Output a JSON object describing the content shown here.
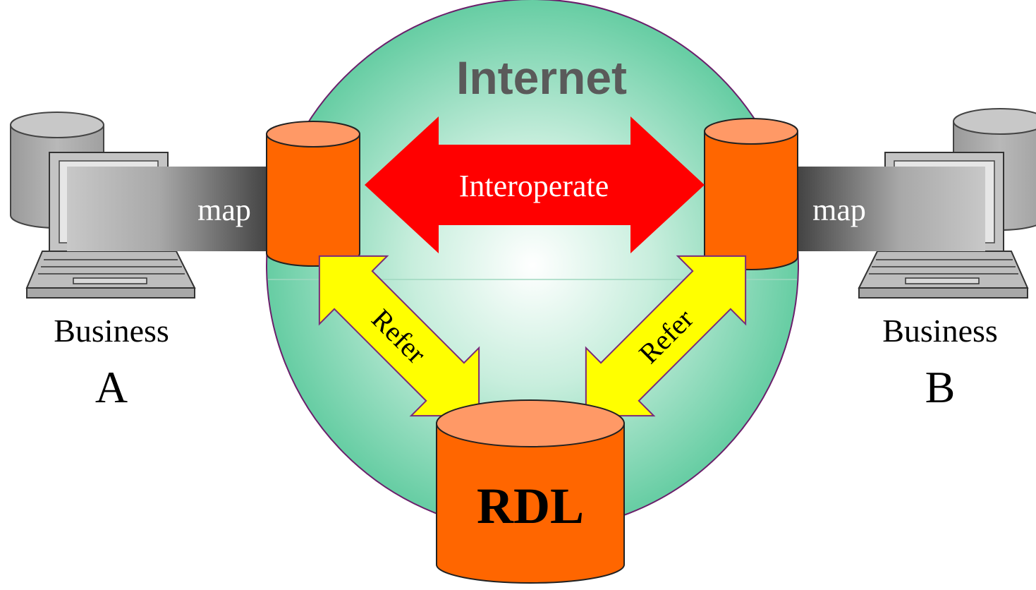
{
  "diagram": {
    "internet_label": "Internet",
    "interoperate_label": "Interoperate",
    "refer_left_label": "Refer",
    "refer_right_label": "Refer",
    "rdl_label": "RDL",
    "map_left_label": "map",
    "map_right_label": "map",
    "business_a": {
      "line1": "Business",
      "line2": "A"
    },
    "business_b": {
      "line1": "Business",
      "line2": "B"
    }
  },
  "colors": {
    "internet_circle": "#66CDA3",
    "internet_text": "#5a5a5a",
    "interoperate_arrow": "#FF0000",
    "refer_arrow": "#FFFF00",
    "cylinder_body": "#FF6600",
    "cylinder_top": "#FF9966",
    "computer_gray": "#B4B4B4"
  }
}
